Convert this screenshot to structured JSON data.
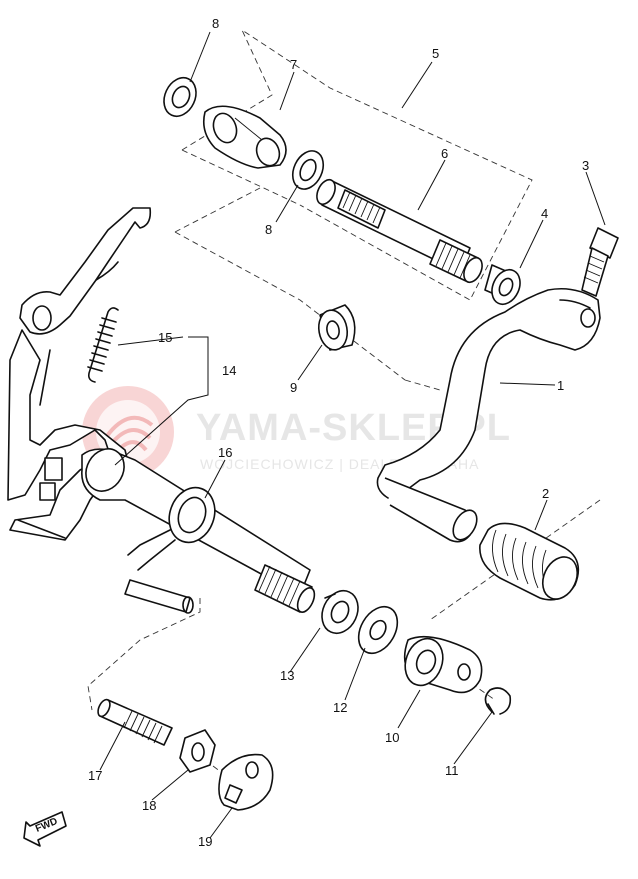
{
  "watermark": {
    "title": "YAMA-SKLEP.PL",
    "subtitle": "WOJCIECHOWICZ | DEALER YAMAHA",
    "logo_color": "#f3b9b9",
    "text_color": "#e6e6e6"
  },
  "fwd_label": "FWD",
  "callouts": [
    {
      "id": "1",
      "label": "1",
      "part": "shift-pedal"
    },
    {
      "id": "2",
      "label": "2",
      "part": "pedal-rubber"
    },
    {
      "id": "3",
      "label": "3",
      "part": "bolt"
    },
    {
      "id": "4",
      "label": "4",
      "part": "bushing"
    },
    {
      "id": "5",
      "label": "5",
      "part": "pedal-arm-assembly"
    },
    {
      "id": "6",
      "label": "6",
      "part": "splined-shaft"
    },
    {
      "id": "7",
      "label": "7",
      "part": "lever-boss"
    },
    {
      "id": "8a",
      "label": "8",
      "part": "washer-top"
    },
    {
      "id": "8b",
      "label": "8",
      "part": "washer-middle"
    },
    {
      "id": "9",
      "label": "9",
      "part": "bushing-small"
    },
    {
      "id": "10",
      "label": "10",
      "part": "lever-end"
    },
    {
      "id": "11",
      "label": "11",
      "part": "circlip"
    },
    {
      "id": "12",
      "label": "12",
      "part": "washer"
    },
    {
      "id": "13",
      "label": "13",
      "part": "oil-seal"
    },
    {
      "id": "14",
      "label": "14",
      "part": "shift-shaft-assembly"
    },
    {
      "id": "15",
      "label": "15",
      "part": "spring"
    },
    {
      "id": "16",
      "label": "16",
      "part": "shift-shaft"
    },
    {
      "id": "17",
      "label": "17",
      "part": "stud-bolt"
    },
    {
      "id": "18",
      "label": "18",
      "part": "nut"
    },
    {
      "id": "19",
      "label": "19",
      "part": "plate"
    }
  ]
}
